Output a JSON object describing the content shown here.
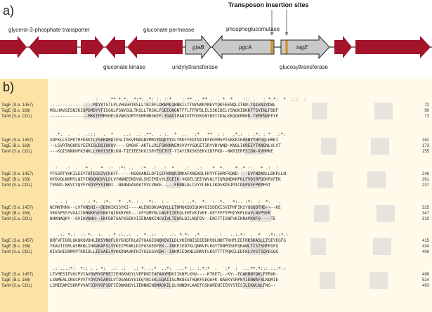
{
  "panel_a": {
    "label": "a)",
    "header": "Transposon insertion sites",
    "genes_top": [
      "glycerol-3-phosphate transporter",
      "gluconate permease",
      "phosphoglucomutase"
    ],
    "genes_bottom": [
      "gluconate kinase",
      "uridylyltransferase",
      "glucosyltransferase"
    ],
    "gene_boxes": [
      "gtaB",
      "pgcA",
      "tagE"
    ],
    "colors": {
      "arrow": "#a3142a",
      "gray_gene": "#c9c9c9",
      "insertion": "#d48a1c",
      "line": "#000000"
    }
  },
  "panel_b": {
    "label": "b)",
    "names": [
      "TagE (S.e. 1457)",
      "TagE (B.s. 168)",
      "TarM (S.a. COL)"
    ],
    "blocks": [
      {
        "cons": "                  : .  .** *.*.  *:*:..*: :. ::*    : ** .. ** .  . *  *    ::: .   : *.*:  *  :.:  :",
        "seqs": [
          "-----------------MIYVTSTLPLVHGGRTKSLLTRIRFLDKEMGIHNKILTTNYNANYNEVYQKFEENQLITKN-TQIENIYDWL",
          "MSLHAVSESNIKIQPDMDYYFISGGLPSNYGGLTKSLLTRSKLFGEEGNQNTFFLTFRFDLELSSKIDELYSNGKIDKKFTSVINLFDDF",
          "---------------MKKIFMMVHELDVNKGGMTSSMFNRSKEF-YDADIPADIVTFDYKGNYDEIIKALKKQGKMDRR-TKMYNVFEYF"
        ],
        "ends": [
          "72",
          "90",
          "73"
        ]
      },
      {
        "cons": "  .*.  .   :  .:::   .  *    ..:  .: .**.  . :.  *  ..   :*   **  : :   .*.:  : .*: : *  .:*.  ",
        "seqs": [
          "SDFKLLSIPKTRFKKKTLYSEKDRDIEGLTSKVFNDGNVMRVYDQETYVLYRKFYEDTNIIEFEDVMSPISKKKIERENYYHFGQLHRKI",
          "--LSVRTNGKRSYEERIGLDQIKKQV----GMGKF-AKTLLRLFGKKNNEMSVVYYGDGETIRYVDYWND-KNQLIKREEYTKNGNLVLVT",
          "---KQISNNKHFKSNKLLYKHISERLKN-TIEIEESKGISRYFDITGT-YIAYIRKSKSEKVIDFFKD--NKRIERFSIDN-KVHMKE"
        ],
        "ends": [
          "162",
          "173",
          "155"
        ]
      },
      {
        "cons": "  :   .:  .   * .   *  ::  :*: ..   :*  .:  .:  * .  .:   .:    *  *.    *..* ::.  * .:  :  ",
        "seqs": [
          "YFSSRTYHKILEEYFDTEGSIVCKKFF-----NSQKANELDFIQIFKNQRIMKAFKNEKDLFKYYFEHRFKQND----EVFNDARLLDKPLLN",
          "HYDVQLNKMYLQEYINDQNQVVLDLVYWNNEEKDVQLSHIEMIVYLEGEIK-VKDELSEEYWVQLYIQRQNDKKPKLFVDSRPQDKRVFEK",
          "TENVD-NKVCYQVFYEDYPYSIRNI--NANNGAVGKTVVLVNKE-----FKNNLALCVYYLEKLIKDSKDSIMICDGPGSFPKMFNT"
        ],
        "ends": [
          "246",
          "261",
          "237"
        ]
      },
      {
        "cons": "  . . :  .   . : *.  :*.   *  .*. : .  *:.  : .  .  : ..*.  *.  :  *.   *:.. :*:  :  *.   .  ",
        "seqs": [
          "NCMNTKNV--LVFHNSHI--DDDNIKSSYKI----ALENSDKVAQYLLLTHMQKDDIQHAYGISDEKISVIPHFIKSYQGQDTHD----KE",
          "VKKSPSSYVGAIINHNKEVGSNKYQIKKRYKE---VFYQMYNLDAVFIIEEQLEHTVKIVEE-GETFFFTPHIYKPLDAVLNVPSEK",
          "NHKNAQKY--GVIHVNHH--ENFDDTGAFKSEKYIIENANKINGVIVLTEQRLDILNQFDV--ENIFTISNFVKIHNAPKHFQ----TE"
        ],
        "ends": [
          "325",
          "347",
          "310"
        ]
      },
      {
        "cons": "   .:. *.:  .: *.  :.  . * ::..:  .  *..::  .  .:. *.*:  .*  .   . :   ..:.*:  .  *   .*:.:*.:",
        "seqs": [
          "DRFVFIGRLGKQKQVDHLIKSYNQFLKYGHQTKLAIYGAGEQNQKQVILDLVKEHNISDIEDKVDLNDFTKHPLEEFKKSKASLLTSEYEGFG",
          "YKAVIISRLASMKNLIHAVKAFSLVVKEIPEAKLDIFGSGEDFEK--IKKEIEDTKLQNNVFLKGYTDNPDSEFQKAWLTISTSHFEGFG",
          "KIVGHISRMVPTKRIDLLIEVAELVVKKDNAVKFHIYGEGSVKDK--IAKMIEDKNLERNVFLKGYTTTPQKCLEDFKLVVSTSQYEGQG"
        ],
        "ends": [
          "415",
          "434",
          "406"
        ]
      },
      {
        "cons": " .: ...:*:  *:: . . *:  .:. .:   .: *. ..*  ..*:  ...* :. :.*:*  .   :*  :  ...**.*::: :.:*.: ",
        "seqs": [
          "LTVMESIEVGCPVIAVDVRYGPREIIEHGKNGYLVEPDNIEAFAAYMDKIIKNPLKHV----KTKETL--KY--EQAKNNYQKLFERVK-",
          "LSNMEALSNGCPVVTYDYDYGARSLVTDGANGYVIEQYNIEKLGQAIISLMKDESTHQKFSEQAFK-NAEKYSRPNYIENWAFALNQMIE",
          "LSMIEAMISKRPVVAFDIKYGPSDFIEDNKNGYLIENNNINDMADKILQLVNNDVLAAEFGSKARENIIEKYSTESILEKWLNLFNS--"
        ],
        "ends": [
          "496",
          "524",
          "493"
        ]
      }
    ]
  }
}
